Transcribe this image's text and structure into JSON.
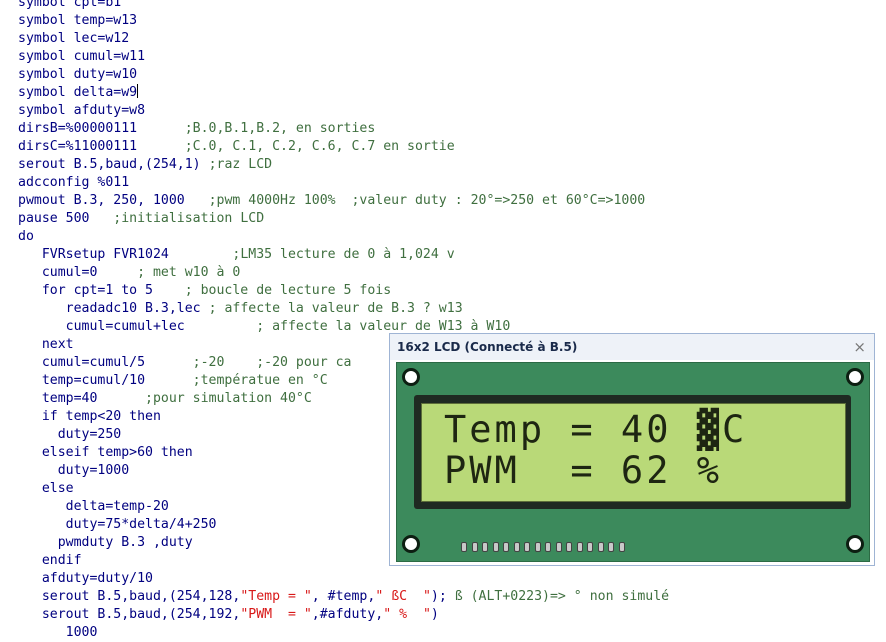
{
  "editor": {
    "lines": [
      [
        {
          "t": "symbol cpt=b1",
          "c": "kw"
        }
      ],
      [
        {
          "t": "symbol temp=w13",
          "c": "kw"
        }
      ],
      [
        {
          "t": "symbol lec=w12",
          "c": "kw"
        }
      ],
      [
        {
          "t": "symbol cumul=w11",
          "c": "kw"
        }
      ],
      [
        {
          "t": "symbol duty=w10",
          "c": "kw"
        }
      ],
      [
        {
          "t": "symbol delta=w9",
          "c": "kw"
        }
      ],
      [
        {
          "t": "symbol afduty=w8",
          "c": "kw"
        }
      ],
      [
        {
          "t": "dirsB=%00000111      ",
          "c": "kw"
        },
        {
          "t": ";B.0,B.1,B.2, en sorties",
          "c": "cm"
        }
      ],
      [
        {
          "t": "dirsC=%11000111      ",
          "c": "kw"
        },
        {
          "t": ";C.0, C.1, C.2, C.6, C.7 en sortie",
          "c": "cm"
        }
      ],
      [
        {
          "t": "serout B.5,baud,(254,1) ",
          "c": "kw"
        },
        {
          "t": ";raz LCD",
          "c": "cm"
        }
      ],
      [
        {
          "t": "adcconfig %011",
          "c": "kw"
        }
      ],
      [
        {
          "t": "pwmout B.3, 250, 1000   ",
          "c": "kw"
        },
        {
          "t": ";pwm 4000Hz 100%  ;valeur duty : 20°=>250 et 60°C=>1000",
          "c": "cm"
        }
      ],
      [
        {
          "t": "pause 500   ",
          "c": "kw"
        },
        {
          "t": ";initialisation LCD",
          "c": "cm"
        }
      ],
      [
        {
          "t": "do",
          "c": "kw"
        }
      ],
      [
        {
          "t": "   FVRsetup FVR1024        ",
          "c": "kw"
        },
        {
          "t": ";LM35 lecture de 0 à 1,024 v",
          "c": "cm"
        }
      ],
      [
        {
          "t": "   cumul=0     ",
          "c": "kw"
        },
        {
          "t": "; met w10 à 0",
          "c": "cm"
        }
      ],
      [
        {
          "t": "   for cpt=1 to 5    ",
          "c": "kw"
        },
        {
          "t": "; boucle de lecture 5 fois",
          "c": "cm"
        }
      ],
      [
        {
          "t": "      readadc10 B.3,lec ",
          "c": "kw"
        },
        {
          "t": "; affecte la valeur de B.3 ? w13",
          "c": "cm"
        }
      ],
      [
        {
          "t": "      cumul=cumul+lec         ",
          "c": "kw"
        },
        {
          "t": "; affecte la valeur de W13 à W10",
          "c": "cm"
        }
      ],
      [
        {
          "t": "   next",
          "c": "kw"
        }
      ],
      [
        {
          "t": "   cumul=cumul/5      ",
          "c": "kw"
        },
        {
          "t": ";-20    ;-20 pour ca",
          "c": "cm"
        }
      ],
      [
        {
          "t": "   temp=cumul/10      ",
          "c": "kw"
        },
        {
          "t": ";températue en °C",
          "c": "cm"
        }
      ],
      [
        {
          "t": "   temp=40      ",
          "c": "kw"
        },
        {
          "t": ";pour simulation 40°C",
          "c": "cm"
        }
      ],
      [
        {
          "t": "   if temp<20 then",
          "c": "kw"
        }
      ],
      [
        {
          "t": "     duty=250",
          "c": "kw"
        }
      ],
      [
        {
          "t": "   elseif temp>60 then",
          "c": "kw"
        }
      ],
      [
        {
          "t": "     duty=1000",
          "c": "kw"
        }
      ],
      [
        {
          "t": "   else",
          "c": "kw"
        }
      ],
      [
        {
          "t": "      delta=temp-20",
          "c": "kw"
        }
      ],
      [
        {
          "t": "      duty=75*delta/4+250",
          "c": "kw"
        }
      ],
      [
        {
          "t": "     pwmduty B.3 ,duty",
          "c": "kw"
        }
      ],
      [
        {
          "t": "   endif",
          "c": "kw"
        }
      ],
      [
        {
          "t": "   afduty=duty/10",
          "c": "kw"
        }
      ],
      [
        {
          "t": "   serout B.5,baud,(254,128,",
          "c": "kw"
        },
        {
          "t": "\"Temp = \"",
          "c": "st"
        },
        {
          "t": ", #temp,",
          "c": "kw"
        },
        {
          "t": "\" ßC  \"",
          "c": "st"
        },
        {
          "t": "); ",
          "c": "kw"
        },
        {
          "t": "ß (ALT+0223)=> ° non simulé",
          "c": "cm"
        }
      ],
      [
        {
          "t": "   serout B.5,baud,(254,192,",
          "c": "kw"
        },
        {
          "t": "\"PWM  = \"",
          "c": "st"
        },
        {
          "t": ",#afduty,",
          "c": "kw"
        },
        {
          "t": "\" %  \"",
          "c": "st"
        },
        {
          "t": ")",
          "c": "kw"
        }
      ],
      [
        {
          "t": "      1000",
          "c": "kw"
        }
      ]
    ]
  },
  "lcd": {
    "title": "16x2 LCD (Connecté à B.5)",
    "close": "×",
    "line1": "Temp = 40 ▓C",
    "line2": "PWM  = 62 %",
    "pin_count": 16,
    "colors": {
      "board": "#3c8a5c",
      "screen": "#b9d978",
      "text": "#1e2612"
    }
  }
}
